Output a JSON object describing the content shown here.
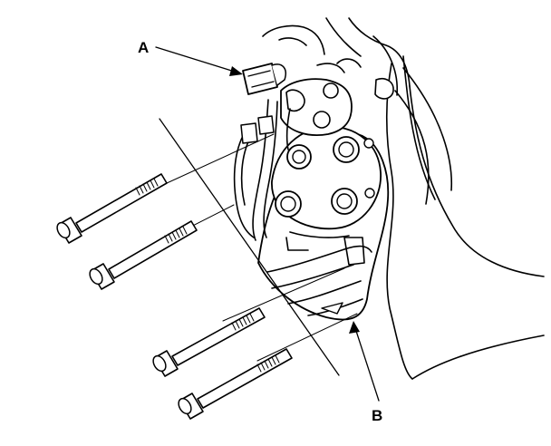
{
  "diagram": {
    "callouts": [
      {
        "id": "A",
        "label": "A",
        "target": "electrical-connector"
      },
      {
        "id": "B",
        "label": "B",
        "target": "compressor-body"
      }
    ],
    "colors": {
      "ink": "#000000",
      "background": "#ffffff"
    },
    "bolt_count": 4
  }
}
